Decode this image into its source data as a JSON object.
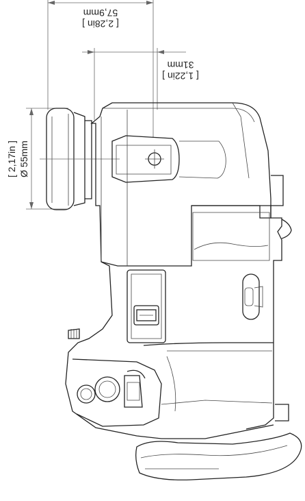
{
  "dimensions": {
    "width_mm": "57,9mm",
    "width_in": "[ 2,28in ]",
    "offset_mm": "31mm",
    "offset_in": "[ 1,22in ]",
    "lens_diameter_mm": "Ø 55mm",
    "lens_diameter_in": "[ 2,17in ]"
  },
  "colors": {
    "line": "#222222",
    "dimension": "#666666"
  }
}
